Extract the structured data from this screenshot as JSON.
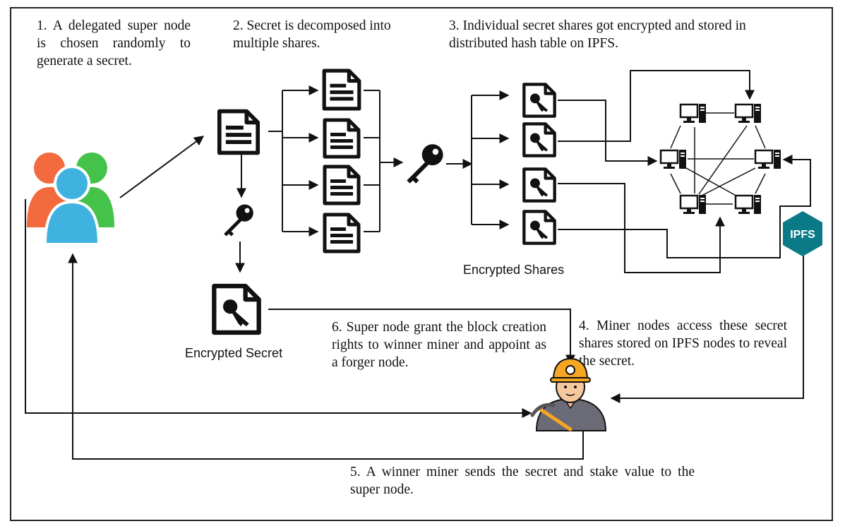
{
  "steps": {
    "step1": "1. A delegated super node is chosen randomly to generate a secret.",
    "step2": "2.  Secret is decomposed into multiple shares.",
    "step3": "3.  Individual secret shares got encrypted and stored in distributed hash table on IPFS.",
    "step4": "4.  Miner nodes access these secret shares stored on IPFS nodes to reveal the secret.",
    "step5": "5.  A winner miner sends the secret and stake value to the super node.",
    "step6": "6.  Super node grant the block creation rights to winner miner and appoint as a forger node."
  },
  "labels": {
    "encrypted_shares": "Encrypted Shares",
    "encrypted_secret": "Encrypted Secret",
    "ipfs_badge": "IPFS"
  },
  "icons": {
    "user_group": "users-group-icon",
    "secret_document": "document-icon",
    "share_document": "document-icon",
    "key": "key-icon",
    "encrypted_file": "encrypted-file-icon",
    "computer": "computer-icon",
    "ipfs": "ipfs-logo-icon",
    "miner": "miner-icon"
  },
  "colors": {
    "user_left": "#f26a3d",
    "user_right": "#45c24a",
    "user_front": "#3fb2e0",
    "ipfs_teal": "#0b7a87",
    "miner_helmet": "#f5a623",
    "miner_skin": "#f6c89f",
    "miner_body": "#6b6b78"
  }
}
